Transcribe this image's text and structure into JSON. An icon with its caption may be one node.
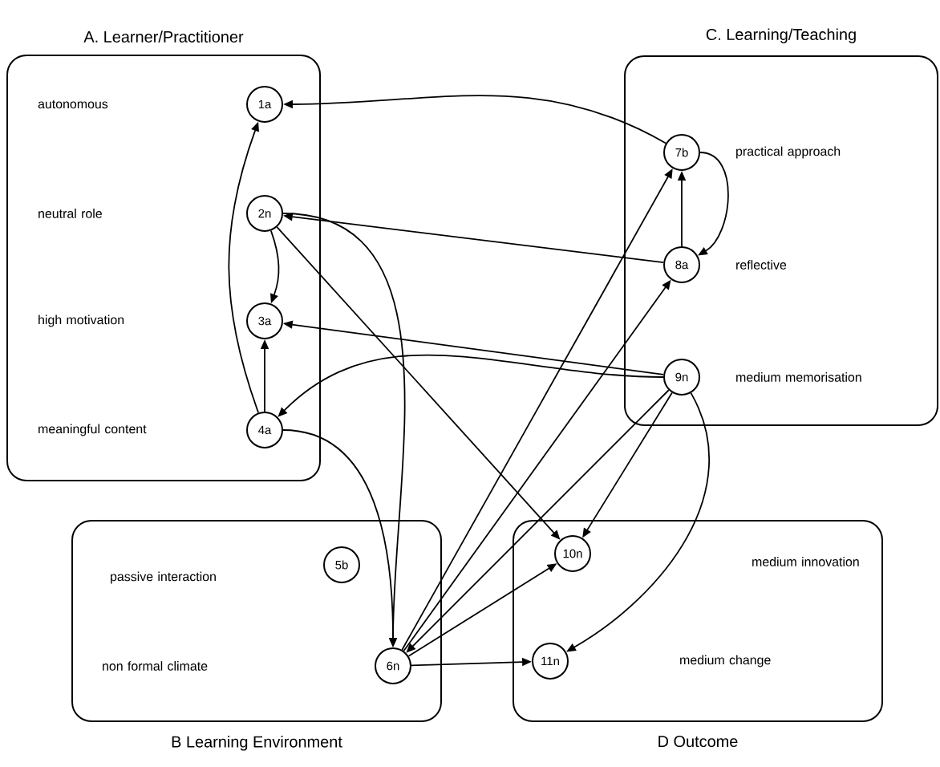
{
  "diagram": {
    "nodes": [
      {
        "text": [
          "A. Learner/Practitioner"
        ]
      },
      {
        "text": [
          "1a"
        ],
        "in": 0
      },
      {
        "text": [
          "2n"
        ],
        "in": 0
      },
      {
        "text": [
          "3a"
        ],
        "in": 0
      },
      {
        "text": [
          "4a"
        ],
        "in": 0
      },
      {
        "text": [
          "C. Learning/Teaching"
        ]
      },
      {
        "text": [
          "7b"
        ],
        "beside": [
          "practical approach"
        ],
        "in": 5
      },
      {
        "text": [
          "8a"
        ],
        "beside": [
          "reflective"
        ],
        "in": 5
      },
      {
        "text": [
          "9n"
        ],
        "beside": [
          "medium memorisation"
        ],
        "in": 5
      },
      {
        "text": [
          "B Learning Environment"
        ]
      },
      {
        "text": [
          "5b"
        ],
        "in": 9
      },
      {
        "text": [
          "6n"
        ],
        "in": 9
      },
      {
        "text": [
          "D Outcome"
        ]
      },
      {
        "text": [
          "10n"
        ],
        "in": 12
      },
      {
        "text": [
          "11n"
        ],
        "in": 12
      }
    ],
    "labels": [
      "autonomous",
      "neutral role",
      "high motivation",
      "meaningful content",
      "passive interaction",
      "non formal climate",
      "medium innovation",
      "medium change"
    ],
    "edges": [
      {
        "from": 6,
        "to": 1,
        "arrow": "to"
      },
      {
        "from": 4,
        "to": 1,
        "arrow": "to"
      },
      {
        "from": 4,
        "to": 3,
        "arrow": "to"
      },
      {
        "from": 2,
        "to": 3,
        "arrow": "to"
      },
      {
        "from": 7,
        "to": 6,
        "arrow": "to"
      },
      {
        "from": 6,
        "to": 7,
        "arrow": "to"
      },
      {
        "from": 8,
        "to": 3,
        "arrow": "to"
      },
      {
        "from": 7,
        "to": 2,
        "arrow": "to"
      },
      {
        "from": 2,
        "to": 13,
        "arrow": "to"
      },
      {
        "from": 8,
        "to": 4,
        "arrow": "to"
      },
      {
        "from": 11,
        "to": 6,
        "arrow": "to"
      },
      {
        "from": 11,
        "to": 7,
        "arrow": "to"
      },
      {
        "from": 4,
        "to": 11,
        "arrow": "to"
      },
      {
        "from": 2,
        "to": 11,
        "arrow": "to"
      },
      {
        "from": 8,
        "to": 11,
        "arrow": "to"
      },
      {
        "from": 8,
        "to": 13,
        "arrow": "to"
      },
      {
        "from": 8,
        "to": 14,
        "arrow": "to"
      },
      {
        "from": 11,
        "to": 13,
        "arrow": "to"
      },
      {
        "from": 11,
        "to": 14,
        "arrow": "to"
      }
    ]
  }
}
